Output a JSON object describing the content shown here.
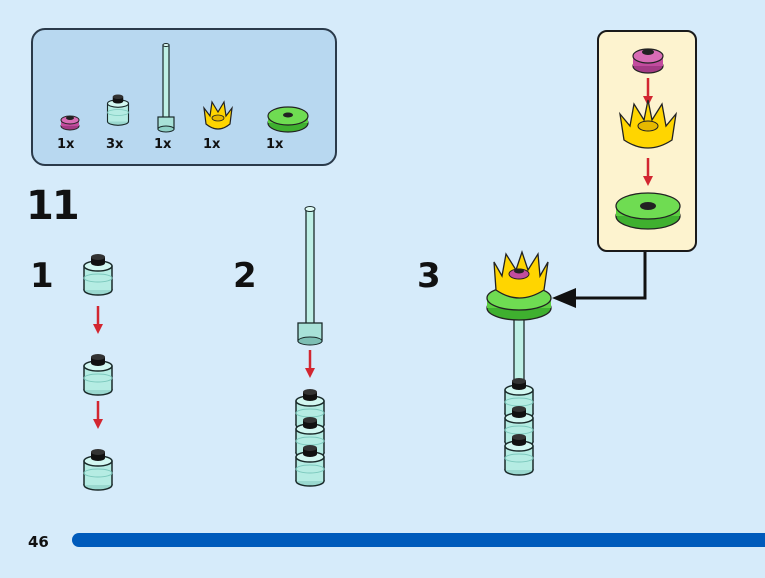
{
  "step_number": "11",
  "page_number": "46",
  "parts_list": {
    "items": [
      {
        "icon": "magenta-flat-round-plate-icon",
        "qty": "1x"
      },
      {
        "icon": "transparent-round-brick-icon",
        "qty": "3x"
      },
      {
        "icon": "transparent-antenna-bar-icon",
        "qty": "1x"
      },
      {
        "icon": "yellow-flower-petal-cup-icon",
        "qty": "1x"
      },
      {
        "icon": "green-round-tile-icon",
        "qty": "1x"
      }
    ]
  },
  "substeps": [
    {
      "label": "1"
    },
    {
      "label": "2"
    },
    {
      "label": "3"
    }
  ],
  "colors": {
    "page_background": "#d6ebfa",
    "parts_box": "#b8d8f0",
    "callout": "#fdf3cf",
    "arrow_red": "#d22630",
    "page_bar": "#005bbb"
  }
}
